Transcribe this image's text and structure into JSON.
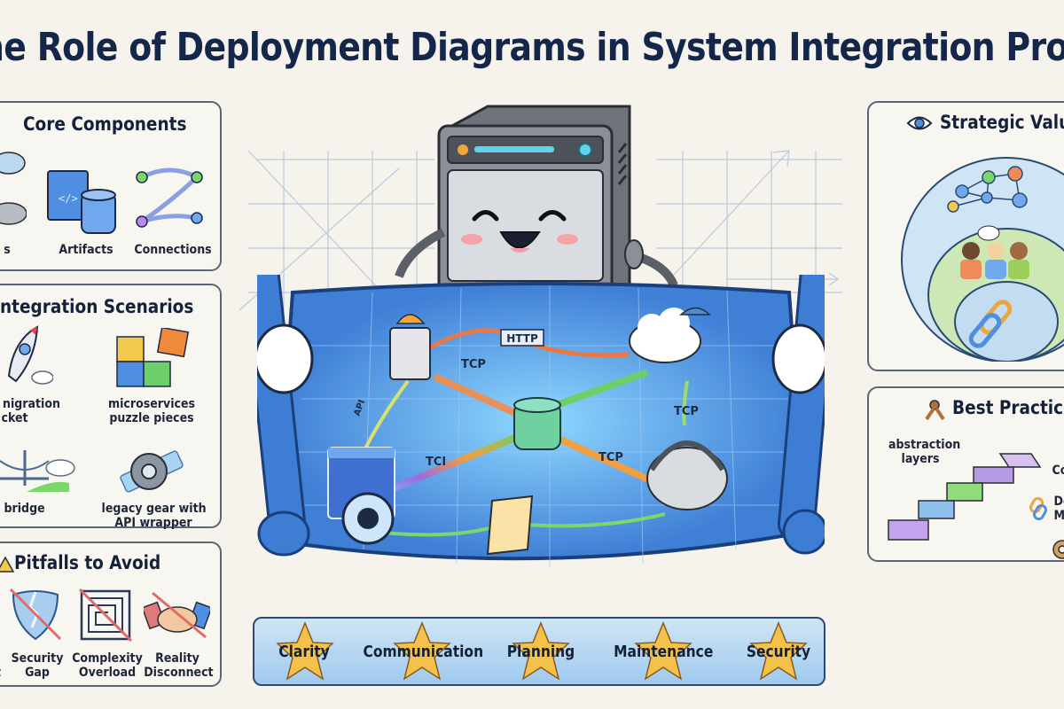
{
  "title": "he Role of Deployment Diagrams in System Integration Projec",
  "panels": {
    "core_components": {
      "title": "Core Components",
      "items": [
        {
          "label": "s",
          "icon": "node-cloud-icon"
        },
        {
          "label": "Artifacts",
          "icon": "artifact-server-database-icon"
        },
        {
          "label": "Connections",
          "icon": "connections-path-icon"
        }
      ]
    },
    "integration_scenarios": {
      "title": "ntegration Scenarios",
      "items": [
        {
          "label_line1": "nigration",
          "label_line2": "cket",
          "icon": "rocket-icon"
        },
        {
          "label_line1": "microservices",
          "label_line2": "puzzle pieces",
          "icon": "puzzle-icon"
        },
        {
          "label_line1": "bridge",
          "label_line2": "",
          "icon": "bridge-icon"
        },
        {
          "label_line1": "legacy gear with",
          "label_line2": "API wrapper",
          "icon": "gear-wrapper-icon"
        }
      ]
    },
    "pitfalls": {
      "title": "Pitfalls to Avoid",
      "items": [
        {
          "label_line1": "",
          "label_line2": "t",
          "icon": "pitfall-icon"
        },
        {
          "label_line1": "Security",
          "label_line2": "Gap",
          "icon": "broken-shield-icon"
        },
        {
          "label_line1": "Complexity",
          "label_line2": "Overload",
          "icon": "maze-icon"
        },
        {
          "label_line1": "Reality",
          "label_line2": "Disconnect",
          "icon": "handshake-icon"
        }
      ]
    },
    "strategic_value": {
      "title": "Strategic Valu",
      "layers": [
        "network topology",
        "team collaboration",
        "linked integration"
      ]
    },
    "best_practices": {
      "title": "Best Practice",
      "items": [
        {
          "label_line1": "abstraction",
          "label_line2": "layers"
        },
        {
          "label_line1": "Co",
          "label_line2": ""
        },
        {
          "label_line1": "De",
          "label_line2": "M"
        }
      ]
    }
  },
  "diagram": {
    "connections": [
      {
        "from": "server",
        "to": "cloud",
        "label": "HTTP"
      },
      {
        "from": "server",
        "to": "database",
        "label": "TCP"
      },
      {
        "from": "cloud",
        "to": "support-bot",
        "label": "TCP"
      },
      {
        "from": "database",
        "to": "support-bot",
        "label": "TCP"
      },
      {
        "from": "database",
        "to": "github",
        "label": "TCI"
      },
      {
        "from": "server",
        "to": "code-window",
        "label": "API"
      }
    ]
  },
  "benefits": [
    "Clarity",
    "Communication",
    "Planning",
    "Maintenance",
    "Security"
  ],
  "colors": {
    "title": "#14264a",
    "blueprint": "#3f7fd6",
    "star": "#f4c24b",
    "panel_border": "#59667a"
  }
}
